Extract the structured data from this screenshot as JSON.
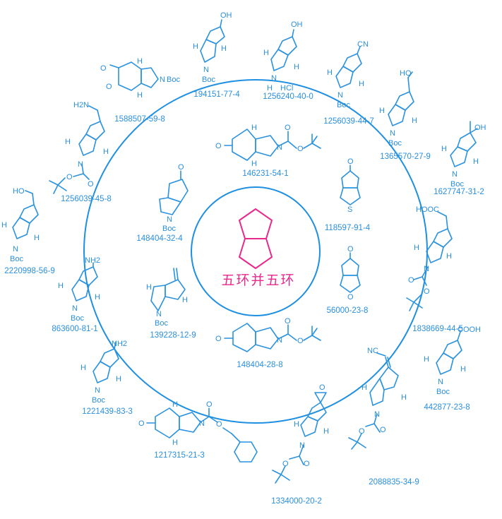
{
  "colors": {
    "accent": "#2a8fe0",
    "center": "#e8288c",
    "ring": "#1e8fe1"
  },
  "center": {
    "title": "五环并五环"
  },
  "inner_ring": [
    {
      "cas": "146231-54-1"
    },
    {
      "cas": "118597-91-4"
    },
    {
      "cas": "56000-23-8"
    },
    {
      "cas": "148404-28-8"
    },
    {
      "cas": "139228-12-9"
    },
    {
      "cas": "148404-32-4"
    }
  ],
  "outer_ring": [
    {
      "cas": "194151-77-4"
    },
    {
      "cas": "1256240-40-0"
    },
    {
      "cas": "1256039-44-7"
    },
    {
      "cas": "1365570-27-9"
    },
    {
      "cas": "1627747-31-2"
    },
    {
      "cas": "1838669-44-5"
    },
    {
      "cas": "442877-23-8"
    },
    {
      "cas": "2088835-34-9"
    },
    {
      "cas": "1334000-20-2"
    },
    {
      "cas": "1217315-21-3"
    },
    {
      "cas": "1221439-83-3"
    },
    {
      "cas": "863600-81-1"
    },
    {
      "cas": "2220998-56-9"
    },
    {
      "cas": "1256039-45-8"
    },
    {
      "cas": "1588507-59-8"
    }
  ],
  "atoms": {
    "oh": "OH",
    "boc": "Boc",
    "n": "N",
    "h": "H",
    "nh": "H",
    "hcl": "HCl",
    "cn": "CN",
    "o": "O",
    "s": "S",
    "nh2": "NH2",
    "hooc": "HOOC",
    "cooh": "COOH",
    "h2n": "H2N",
    "ho": "HO",
    "nc": "NC"
  }
}
